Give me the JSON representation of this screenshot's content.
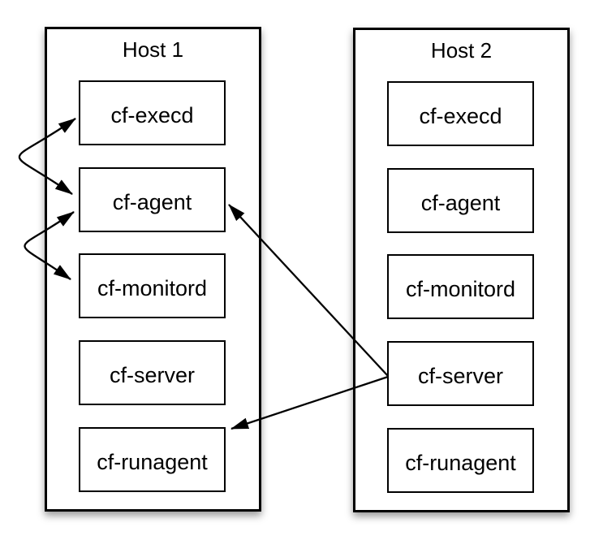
{
  "diagram": {
    "hosts": [
      {
        "title": "Host 1",
        "processes": [
          "cf-execd",
          "cf-agent",
          "cf-monitord",
          "cf-server",
          "cf-runagent"
        ]
      },
      {
        "title": "Host 2",
        "processes": [
          "cf-execd",
          "cf-agent",
          "cf-monitord",
          "cf-server",
          "cf-runagent"
        ]
      }
    ],
    "connections": [
      {
        "from": "Host 1 / cf-execd",
        "to": "Host 1 / cf-agent",
        "style": "curved",
        "direction": "bidirectional"
      },
      {
        "from": "Host 1 / cf-agent",
        "to": "Host 1 / cf-monitord",
        "style": "curved",
        "direction": "bidirectional"
      },
      {
        "from": "Host 2 / cf-server",
        "to": "Host 1 / cf-agent",
        "style": "straight",
        "direction": "one-way"
      },
      {
        "from": "Host 2 / cf-server",
        "to": "Host 1 / cf-runagent",
        "style": "straight",
        "direction": "one-way"
      }
    ],
    "colors": {
      "line": "#000000",
      "border": "#000000",
      "box_fill": "#ffffff",
      "background": "#ffffff"
    }
  }
}
